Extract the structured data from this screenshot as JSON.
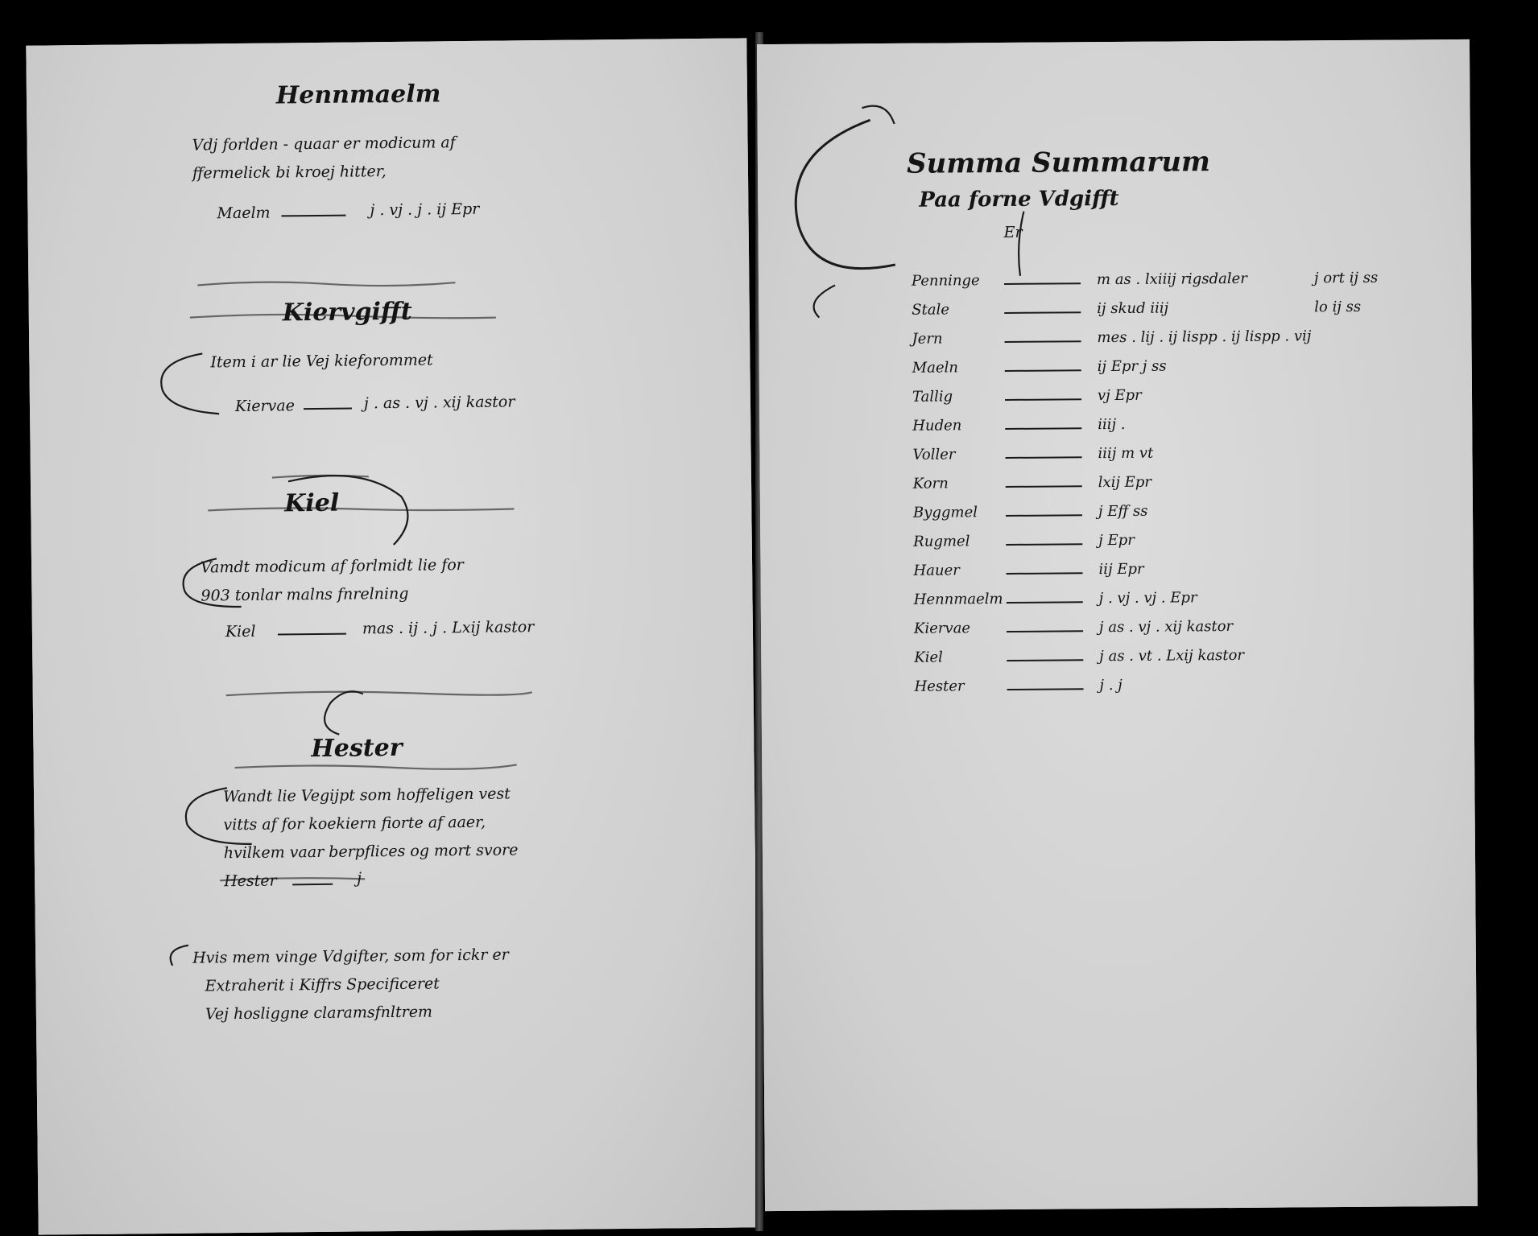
{
  "left_page": {
    "sec1": {
      "heading": "Hennmaelm",
      "l1": "Vdj forlden - quaar er modicum af",
      "l2": "ffermelick bi kroej hitter,",
      "l3_label": "Maelm",
      "l3_value": "j . vj . j . ij Epr"
    },
    "sec2": {
      "heading": "Kiervgifft",
      "l1": "Item i ar lie Vej kieforommet",
      "l2_label": "Kiervae",
      "l2_value": "j . as . vj . xij kastor"
    },
    "sec3": {
      "heading": "Kiel",
      "l1": "Vamdt modicum af forlmidt lie for",
      "l2": "903 tonlar malns fnrelning",
      "l3_label": "Kiel",
      "l3_value": "mas . ij . j . Lxij kastor"
    },
    "sec4": {
      "heading": "Hester",
      "l1": "Wandt lie Vegijpt som hoffeligen vest",
      "l2": "vitts af for koekiern fiorte af aaer,",
      "l3": "hvilkem vaar berpflices og mort svore",
      "l4_label": "Hester",
      "l4_value": "j"
    },
    "note": {
      "l1": "Hvis mem vinge Vdgifter, som for ickr er",
      "l2": "Extraherit i Kiffrs Specificeret",
      "l3": "Vej hosliggne claramsfnltrem"
    }
  },
  "right_page": {
    "title_l1": "Summa Summarum",
    "title_l2": "Paa forne Vdgifft",
    "title_l3": "Er",
    "rows": [
      {
        "label": "Penninge",
        "value": "m as . lxiiij rigsdaler",
        "extra": "j ort ij ss"
      },
      {
        "label": "Stale",
        "value": "ij skud iiij",
        "extra": "lo ij ss"
      },
      {
        "label": "Jern",
        "value": "mes . lij . ij lispp . ij lispp . vij",
        "extra": ""
      },
      {
        "label": "Maeln",
        "value": "ij Epr j ss",
        "extra": ""
      },
      {
        "label": "Tallig",
        "value": "vj Epr",
        "extra": ""
      },
      {
        "label": "Huden",
        "value": "iiij .",
        "extra": ""
      },
      {
        "label": "Voller",
        "value": "iiij m vt",
        "extra": ""
      },
      {
        "label": "Korn",
        "value": "lxij Epr",
        "extra": ""
      },
      {
        "label": "Byggmel",
        "value": "j Eff ss",
        "extra": ""
      },
      {
        "label": "Rugmel",
        "value": "j Epr",
        "extra": ""
      },
      {
        "label": "Hauer",
        "value": "iij Epr",
        "extra": ""
      },
      {
        "label": "Hennmaelm",
        "value": "j . vj . vj . Epr",
        "extra": ""
      },
      {
        "label": "Kiervae",
        "value": "j as . vj . xij kastor",
        "extra": ""
      },
      {
        "label": "Kiel",
        "value": "j as . vt . Lxij kastor",
        "extra": ""
      },
      {
        "label": "Hester",
        "value": "j . j",
        "extra": ""
      }
    ]
  }
}
